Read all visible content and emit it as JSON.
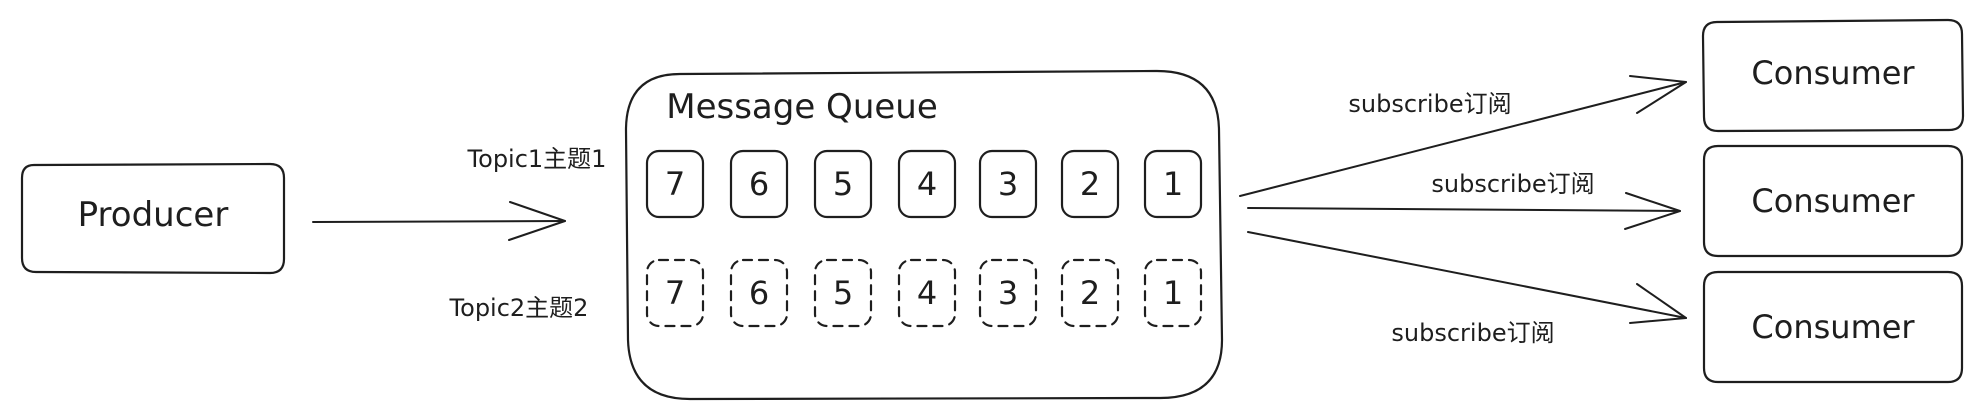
{
  "producer": {
    "label": "Producer"
  },
  "queue": {
    "title": "Message Queue",
    "topic1": {
      "label": "Topic1主题1",
      "messages": [
        "7",
        "6",
        "5",
        "4",
        "3",
        "2",
        "1"
      ]
    },
    "topic2": {
      "label": "Topic2主题2",
      "messages": [
        "7",
        "6",
        "5",
        "4",
        "3",
        "2",
        "1"
      ]
    }
  },
  "consumers": [
    {
      "label": "Consumer",
      "edge_label": "subscribe订阅"
    },
    {
      "label": "Consumer",
      "edge_label": "subscribe订阅"
    },
    {
      "label": "Consumer",
      "edge_label": "subscribe订阅"
    }
  ],
  "colors": {
    "stroke": "#1e1e1e",
    "background": "#ffffff"
  }
}
